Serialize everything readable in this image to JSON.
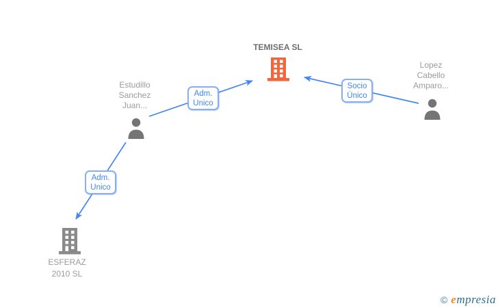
{
  "diagram": {
    "nodes": {
      "temisea": {
        "type": "company",
        "icon": "building-icon",
        "highlighted": true,
        "color": "#f2663c",
        "lines": [
          "TEMISEA SL"
        ]
      },
      "estudillo": {
        "type": "person",
        "icon": "person-icon",
        "highlighted": false,
        "color": "#757575",
        "lines": [
          "Estudillo",
          "Sanchez",
          "Juan..."
        ]
      },
      "lopez": {
        "type": "person",
        "icon": "person-icon",
        "highlighted": false,
        "color": "#757575",
        "lines": [
          "Lopez",
          "Cabello",
          "Amparo..."
        ]
      },
      "esferaz": {
        "type": "company",
        "icon": "building-icon",
        "highlighted": false,
        "color": "#8a8a8a",
        "lines": [
          "ESFERAZ",
          "2010 SL"
        ]
      }
    },
    "edges": [
      {
        "from": "estudillo",
        "to": "temisea",
        "label_lines": [
          "Adm.",
          "Unico"
        ]
      },
      {
        "from": "lopez",
        "to": "temisea",
        "label_lines": [
          "Socio",
          "Único"
        ]
      },
      {
        "from": "estudillo",
        "to": "esferaz",
        "label_lines": [
          "Adm.",
          "Unico"
        ]
      }
    ],
    "colors": {
      "arrow_blue": "#4285f4",
      "edge_box_border": "#85aef3",
      "edge_box_text": "#4285f4",
      "company_highlight_orange": "#f2663c",
      "node_gray": "#757575",
      "title_gray": "#6e6e6e",
      "label_gray": "#9b9b9b"
    }
  },
  "watermark": {
    "copyright": "©",
    "brand_initial": "e",
    "brand_rest": "mpresia"
  }
}
